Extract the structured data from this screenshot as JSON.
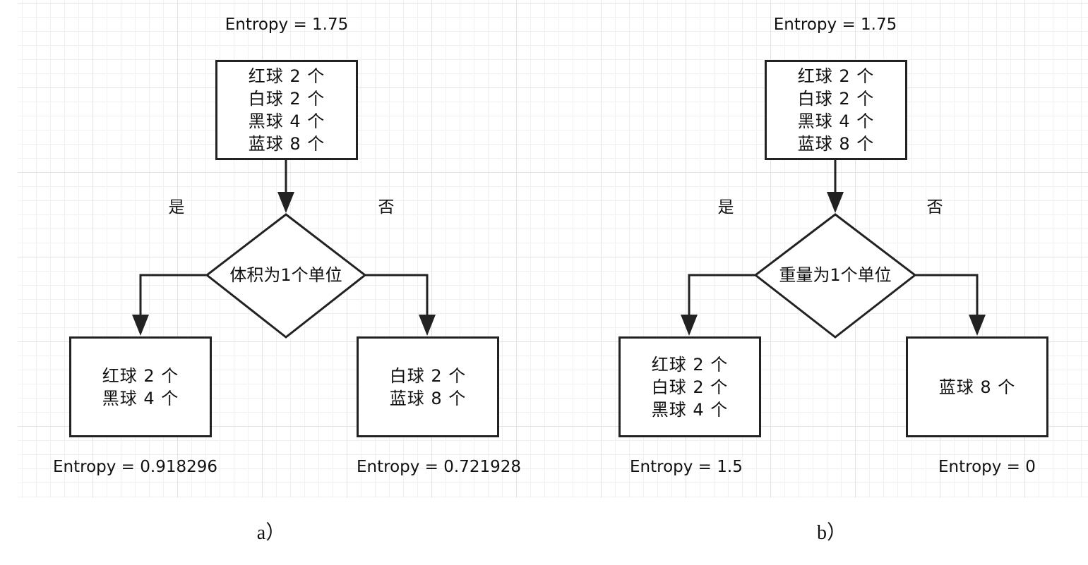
{
  "panel_a": {
    "root_entropy": "Entropy = 1.75",
    "root_box": [
      "红球 2 个",
      "白球 2 个",
      "黑球 4 个",
      "蓝球 8 个"
    ],
    "yes_label": "是",
    "no_label": "否",
    "decision": "体积为1个单位",
    "left_box": [
      "红球 2 个",
      "黑球 4 个"
    ],
    "right_box": [
      "白球 2 个",
      "蓝球 8 个"
    ],
    "left_entropy": "Entropy = 0.918296",
    "right_entropy": "Entropy = 0.721928",
    "caption": "a）"
  },
  "panel_b": {
    "root_entropy": "Entropy = 1.75",
    "root_box": [
      "红球 2 个",
      "白球 2 个",
      "黑球 4 个",
      "蓝球 8 个"
    ],
    "yes_label": "是",
    "no_label": "否",
    "decision": "重量为1个单位",
    "left_box": [
      "红球 2 个",
      "白球 2 个",
      "黑球 4 个"
    ],
    "right_box": [
      "蓝球 8 个"
    ],
    "left_entropy": "Entropy = 1.5",
    "right_entropy": "Entropy = 0",
    "caption": "b）"
  }
}
